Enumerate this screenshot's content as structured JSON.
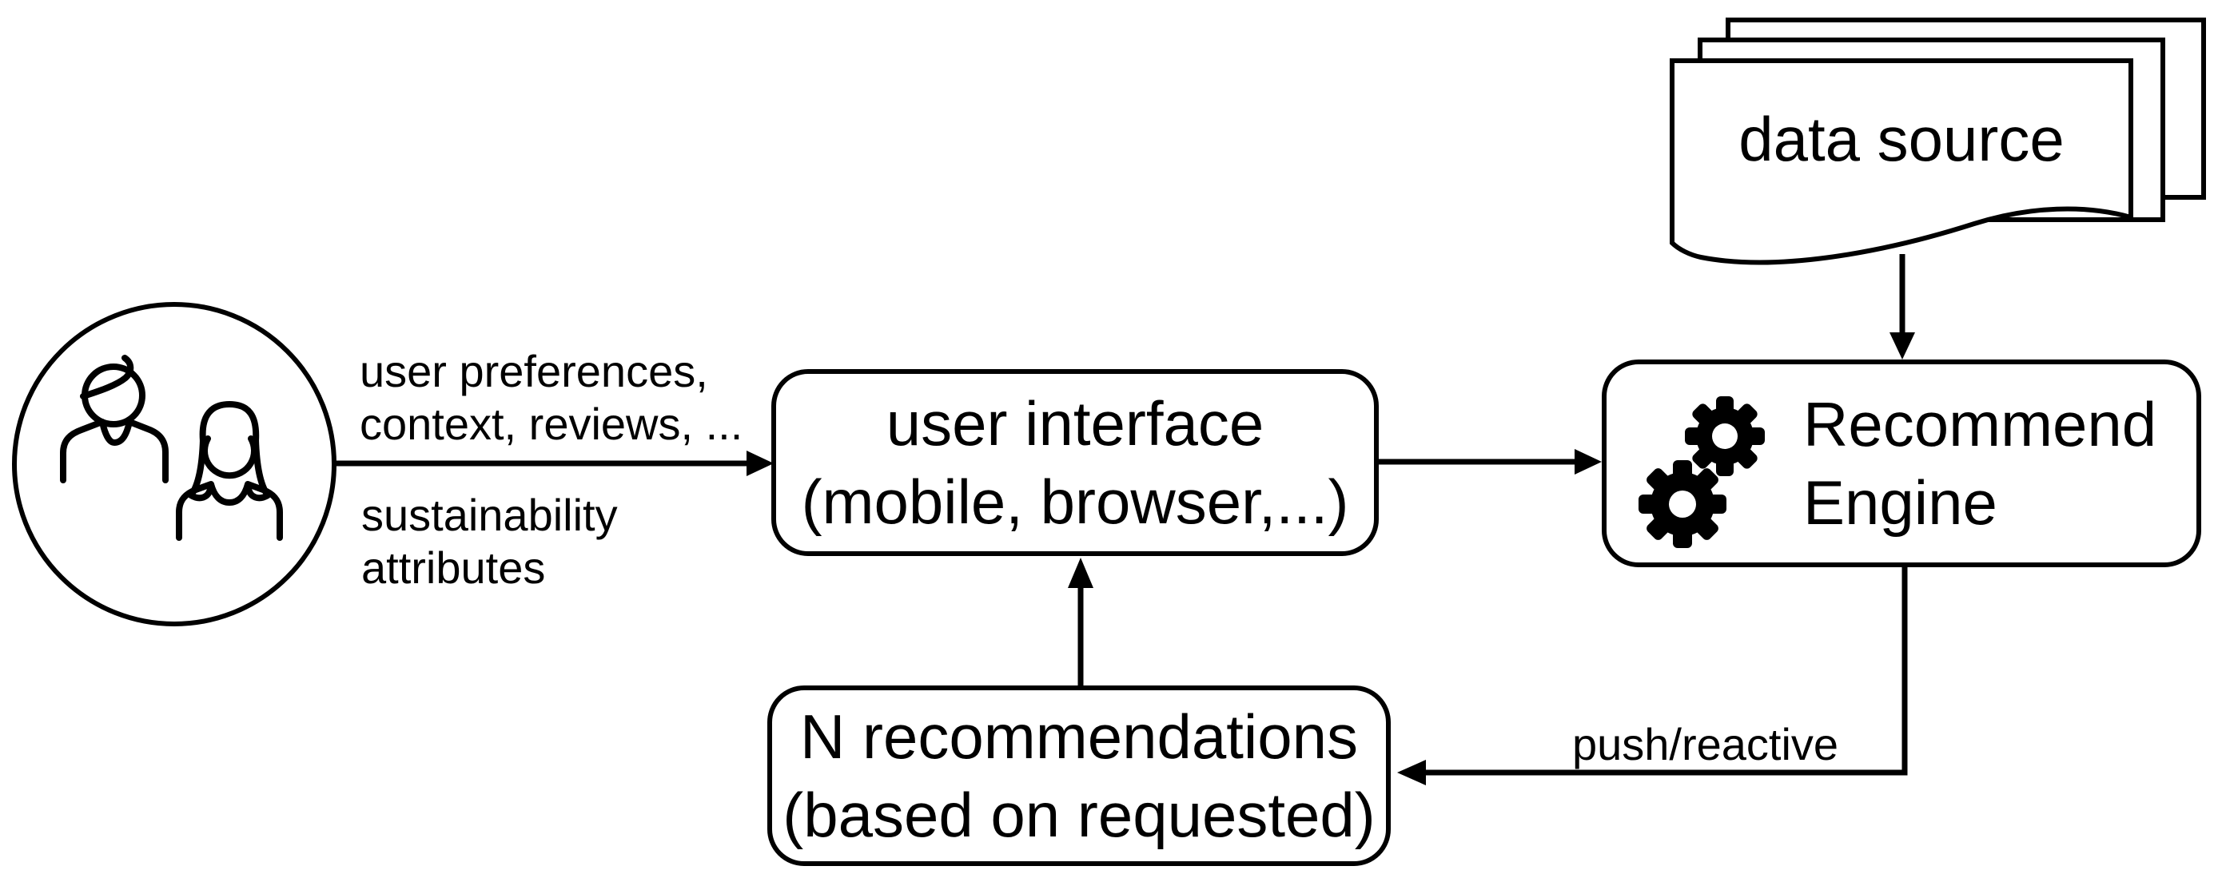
{
  "colors": {
    "ink": "#000000",
    "background": "#ffffff"
  },
  "nodes": {
    "users": {
      "icon": "users-icon"
    },
    "user_interface": {
      "line1": "user interface",
      "line2": "(mobile, browser,...)"
    },
    "recommend_engine": {
      "line1": "Recommend",
      "line2": "Engine",
      "icon": "gears-icon"
    },
    "n_recommendations": {
      "line1": "N recommendations",
      "line2": "(based on requested)"
    },
    "data_source": {
      "label": "data source",
      "icon": "document-stack-icon"
    }
  },
  "edges": {
    "users_to_ui": {
      "label_above_line1": "user preferences,",
      "label_above_line2": "context, reviews, ...",
      "label_below_line1": "sustainability",
      "label_below_line2": "attributes"
    },
    "engine_to_recommendations": {
      "label": "push/reactive"
    }
  }
}
